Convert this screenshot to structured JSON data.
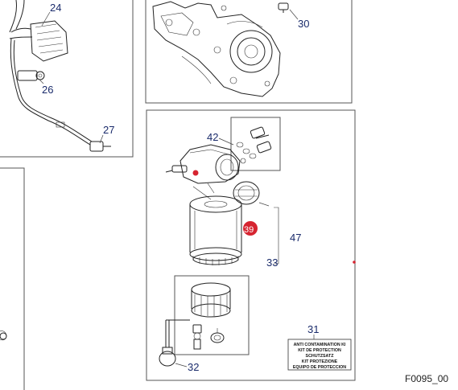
{
  "callouts": {
    "c24": "24",
    "c26": "26",
    "c27": "27",
    "c30": "30",
    "c42": "42",
    "c39": "39",
    "c47": "47",
    "c33": "33",
    "c31": "31",
    "c32": "32"
  },
  "kit_label": {
    "line1": "ANTI CONTAMINATION KI",
    "line2": "KIT DE PROTECTION",
    "line3": "SCHUTZSATZ",
    "line4": "KIT PROTEZIONE",
    "line5": "EQUIPO DE PROTECCION"
  },
  "figure_code": "F0095_00",
  "colors": {
    "callout_text": "#1a2b6b",
    "highlight_marker": "#d62430",
    "line_art": "#222222",
    "frame": "#555555"
  }
}
